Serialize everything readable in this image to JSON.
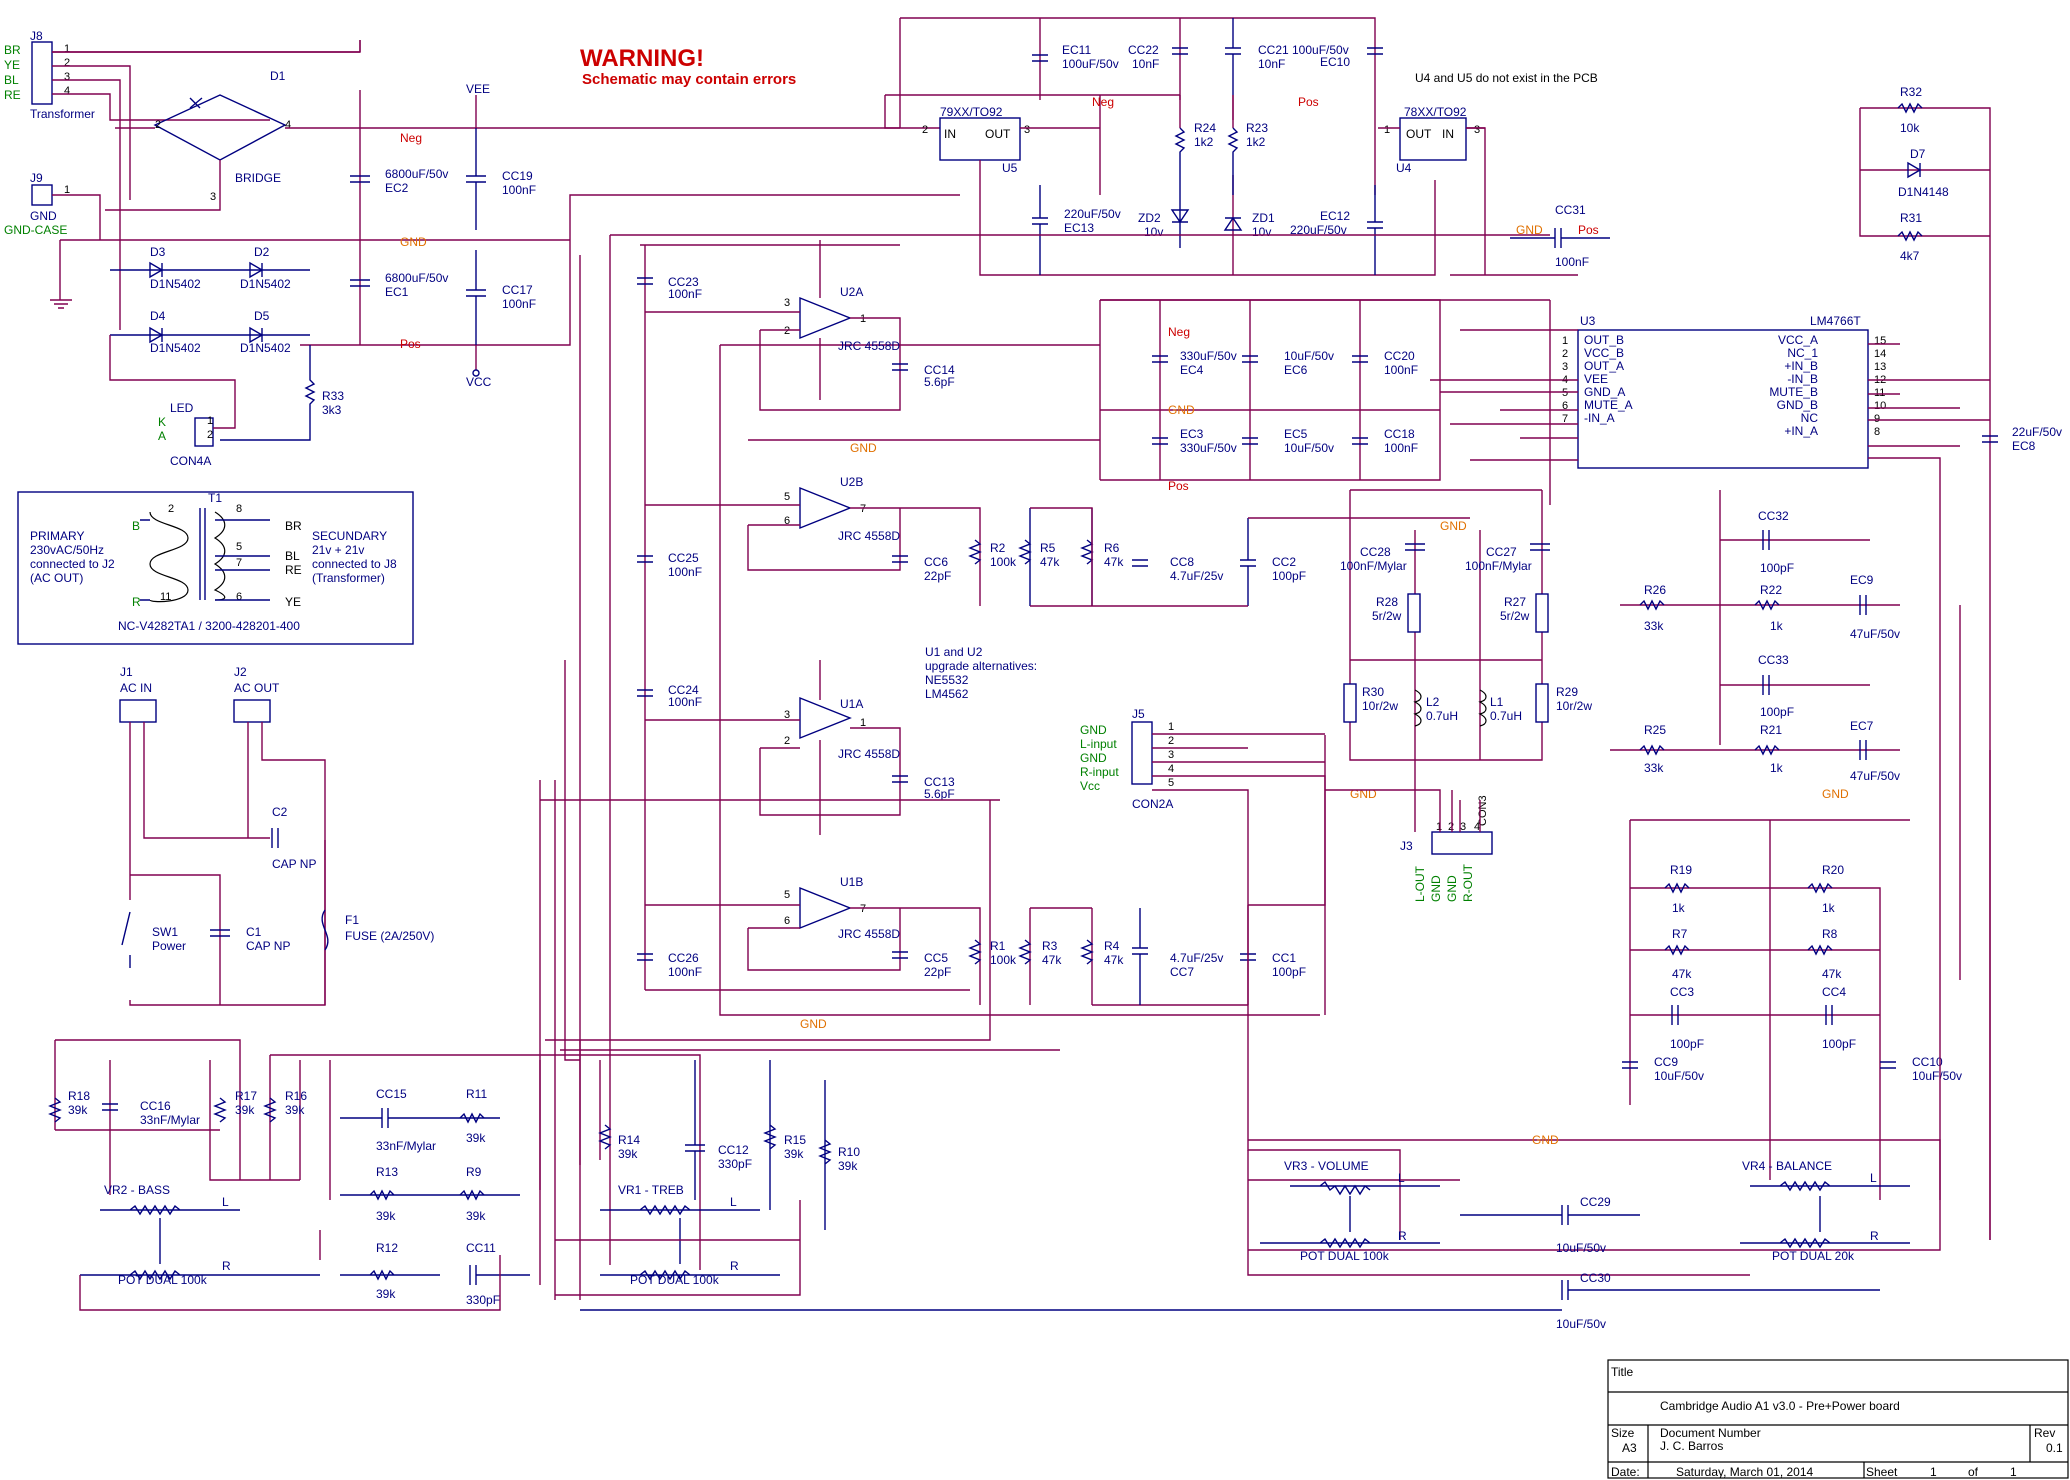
{
  "warning": {
    "title": "WARNING!",
    "subtitle": "Schematic may contain errors"
  },
  "note_pcb": "U4 and U5 do not exist in the PCB",
  "note_upgrade": [
    "U1 and U2",
    "upgrade alternatives:",
    "NE5532",
    "LM4562"
  ],
  "title_block": {
    "title_label": "Title",
    "title": "Cambridge Audio A1 v3.0 - Pre+Power board",
    "size_label": "Size",
    "size": "A3",
    "doc_label": "Document Number",
    "doc": "J. C. Barros",
    "rev_label": "Rev",
    "rev": "0.1",
    "date_label": "Date:",
    "date": "Saturday, March 01, 2014",
    "sheet_label": "Sheet",
    "sheet": "1",
    "of_label": "of",
    "of": "1"
  },
  "connectors": {
    "j8": {
      "ref": "J8",
      "name": "Transformer",
      "pins": [
        "1",
        "2",
        "3",
        "4"
      ],
      "wires": [
        "BR",
        "YE",
        "BL",
        "RE"
      ]
    },
    "j9": {
      "ref": "J9",
      "name": "GND",
      "pin": "1",
      "case": "GND-CASE"
    },
    "j1": {
      "ref": "J1",
      "name": "AC IN"
    },
    "j2": {
      "ref": "J2",
      "name": "AC OUT"
    },
    "j5": {
      "ref": "J5",
      "name": "CON2A",
      "signals": [
        "GND",
        "L-input",
        "GND",
        "R-input",
        "Vcc"
      ],
      "pins": [
        "1",
        "2",
        "3",
        "4",
        "5"
      ]
    },
    "j3": {
      "ref": "J3",
      "name": "CON3",
      "signals": [
        "L-OUT",
        "GND",
        "GND",
        "R-OUT"
      ]
    },
    "led": {
      "ref": "LED",
      "name": "CON4A",
      "k": "K",
      "a": "A"
    }
  },
  "transformer": {
    "ref": "T1",
    "primary": [
      "PRIMARY",
      "230vAC/50Hz",
      "connected to J2",
      "(AC OUT)"
    ],
    "secondary": [
      "SECUNDARY",
      "21v + 21v",
      "connected to J8",
      "(Transformer)"
    ],
    "pins": [
      "2",
      "8",
      "5",
      "7",
      "11",
      "6"
    ],
    "wires": [
      "B",
      "R",
      "BR",
      "BL",
      "RE",
      "YE"
    ],
    "part": "NC-V4282TA1 / 3200-428201-400"
  },
  "nets": {
    "neg": "Neg",
    "pos": "Pos",
    "gnd": "GND",
    "vee": "VEE",
    "vcc": "VCC"
  },
  "components": {
    "d1": {
      "ref": "D1",
      "value": "BRIDGE"
    },
    "d2": {
      "ref": "D2",
      "value": "D1N5402"
    },
    "d3": {
      "ref": "D3",
      "value": "D1N5402"
    },
    "d4": {
      "ref": "D4",
      "value": "D1N5402"
    },
    "d5": {
      "ref": "D5",
      "value": "D1N5402"
    },
    "d7": {
      "ref": "D7",
      "value": "D1N4148"
    },
    "ec1": {
      "ref": "EC1",
      "value": "6800uF/50v"
    },
    "ec2": {
      "ref": "EC2",
      "value": "6800uF/50v"
    },
    "cc17": {
      "ref": "CC17",
      "value": "100nF"
    },
    "cc19": {
      "ref": "CC19",
      "value": "100nF"
    },
    "r33": {
      "ref": "R33",
      "value": "3k3"
    },
    "ec11": {
      "ref": "EC11",
      "value": "100uF/50v"
    },
    "ec10": {
      "ref": "EC10",
      "value": "100uF/50v"
    },
    "cc22": {
      "ref": "CC22",
      "value": "10nF"
    },
    "cc21": {
      "ref": "CC21",
      "value": "10nF"
    },
    "u5": {
      "ref": "U5",
      "value": "79XX/TO92"
    },
    "u4": {
      "ref": "U4",
      "value": "78XX/TO92"
    },
    "r24": {
      "ref": "R24",
      "value": "1k2"
    },
    "r23": {
      "ref": "R23",
      "value": "1k2"
    },
    "zd2": {
      "ref": "ZD2",
      "value": "10v"
    },
    "zd1": {
      "ref": "ZD1",
      "value": "10v"
    },
    "ec13": {
      "ref": "EC13",
      "value": "220uF/50v"
    },
    "ec12": {
      "ref": "EC12",
      "value": "220uF/50v"
    },
    "cc31": {
      "ref": "CC31",
      "value": "100nF"
    },
    "r32": {
      "ref": "R32",
      "value": "10k"
    },
    "r31": {
      "ref": "R31",
      "value": "4k7"
    },
    "u3": {
      "ref": "U3",
      "value": "LM4766T"
    },
    "ec8": {
      "ref": "EC8",
      "value": "22uF/50v"
    },
    "ec4": {
      "ref": "EC4",
      "value": "330uF/50v"
    },
    "ec3": {
      "ref": "EC3",
      "value": "330uF/50v"
    },
    "ec6": {
      "ref": "EC6",
      "value": "10uF/50v"
    },
    "ec5": {
      "ref": "EC5",
      "value": "10uF/50v"
    },
    "cc20": {
      "ref": "CC20",
      "value": "100nF"
    },
    "cc18": {
      "ref": "CC18",
      "value": "100nF"
    },
    "cc23": {
      "ref": "CC23",
      "value": "100nF"
    },
    "cc25": {
      "ref": "CC25",
      "value": "100nF"
    },
    "cc24": {
      "ref": "CC24",
      "value": "100nF"
    },
    "cc26": {
      "ref": "CC26",
      "value": "100nF"
    },
    "u2a": {
      "ref": "U2A",
      "value": "JRC 4558D"
    },
    "u2b": {
      "ref": "U2B",
      "value": "JRC 4558D"
    },
    "u1a": {
      "ref": "U1A",
      "value": "JRC 4558D"
    },
    "u1b": {
      "ref": "U1B",
      "value": "JRC 4558D"
    },
    "cc14": {
      "ref": "CC14",
      "value": "5.6pF"
    },
    "cc13": {
      "ref": "CC13",
      "value": "5.6pF"
    },
    "cc6": {
      "ref": "CC6",
      "value": "22pF"
    },
    "cc5": {
      "ref": "CC5",
      "value": "22pF"
    },
    "r2": {
      "ref": "R2",
      "value": "100k"
    },
    "r1": {
      "ref": "R1",
      "value": "100k"
    },
    "r5": {
      "ref": "R5",
      "value": "47k"
    },
    "r3": {
      "ref": "R3",
      "value": "47k"
    },
    "r6": {
      "ref": "R6",
      "value": "47k"
    },
    "r4": {
      "ref": "R4",
      "value": "47k"
    },
    "cc8": {
      "ref": "CC8",
      "value": "4.7uF/25v"
    },
    "cc7": {
      "ref": "CC7",
      "value": "4.7uF/25v"
    },
    "cc2": {
      "ref": "CC2",
      "value": "100pF"
    },
    "cc1": {
      "ref": "CC1",
      "value": "100pF"
    },
    "cc28": {
      "ref": "CC28",
      "value": "100nF/Mylar"
    },
    "cc27": {
      "ref": "CC27",
      "value": "100nF/Mylar"
    },
    "r28": {
      "ref": "R28",
      "value": "5r/2w"
    },
    "r27": {
      "ref": "R27",
      "value": "5r/2w"
    },
    "r30": {
      "ref": "R30",
      "value": "10r/2w"
    },
    "r29": {
      "ref": "R29",
      "value": "10r/2w"
    },
    "l2": {
      "ref": "L2",
      "value": "0.7uH"
    },
    "l1": {
      "ref": "L1",
      "value": "0.7uH"
    },
    "cc32": {
      "ref": "CC32",
      "value": "100pF"
    },
    "cc33": {
      "ref": "CC33",
      "value": "100pF"
    },
    "r26": {
      "ref": "R26",
      "value": "33k"
    },
    "r25": {
      "ref": "R25",
      "value": "33k"
    },
    "r22": {
      "ref": "R22",
      "value": "1k"
    },
    "r21": {
      "ref": "R21",
      "value": "1k"
    },
    "ec9": {
      "ref": "EC9",
      "value": "47uF/50v"
    },
    "ec7": {
      "ref": "EC7",
      "value": "47uF/50v"
    },
    "r19": {
      "ref": "R19",
      "value": "1k"
    },
    "r20": {
      "ref": "R20",
      "value": "1k"
    },
    "r7": {
      "ref": "R7",
      "value": "47k"
    },
    "r8": {
      "ref": "R8",
      "value": "47k"
    },
    "cc3": {
      "ref": "CC3",
      "value": "100pF"
    },
    "cc4": {
      "ref": "CC4",
      "value": "100pF"
    },
    "cc9": {
      "ref": "CC9",
      "value": "10uF/50v"
    },
    "cc10": {
      "ref": "CC10",
      "value": "10uF/50v"
    },
    "c2": {
      "ref": "C2",
      "value": "CAP NP"
    },
    "c1": {
      "ref": "C1",
      "value": "CAP NP"
    },
    "sw1": {
      "ref": "SW1",
      "value": "Power"
    },
    "f1": {
      "ref": "F1",
      "value": "FUSE (2A/250V)"
    },
    "r18": {
      "ref": "R18",
      "value": "39k"
    },
    "cc16": {
      "ref": "CC16",
      "value": "33nF/Mylar"
    },
    "r17": {
      "ref": "R17",
      "value": "39k"
    },
    "r16": {
      "ref": "R16",
      "value": "39k"
    },
    "cc15": {
      "ref": "CC15",
      "value": "33nF/Mylar"
    },
    "r11": {
      "ref": "R11",
      "value": "39k"
    },
    "r13": {
      "ref": "R13",
      "value": "39k"
    },
    "r9": {
      "ref": "R9",
      "value": "39k"
    },
    "r12": {
      "ref": "R12",
      "value": "39k"
    },
    "cc11": {
      "ref": "CC11",
      "value": "330pF"
    },
    "r14": {
      "ref": "R14",
      "value": "39k"
    },
    "cc12": {
      "ref": "CC12",
      "value": "330pF"
    },
    "r15": {
      "ref": "R15",
      "value": "39k"
    },
    "r10": {
      "ref": "R10",
      "value": "39k"
    },
    "cc29": {
      "ref": "CC29",
      "value": "10uF/50v"
    },
    "cc30": {
      "ref": "CC30",
      "value": "10uF/50v"
    },
    "vr2": {
      "ref": "VR2 - BASS",
      "value": "POT DUAL 100k"
    },
    "vr1": {
      "ref": "VR1 - TREB",
      "value": "POT DUAL 100k"
    },
    "vr3": {
      "ref": "VR3 - VOLUME",
      "value": "POT DUAL 100k"
    },
    "vr4": {
      "ref": "VR4 - BALANCE",
      "value": "POT DUAL 20k"
    }
  },
  "u3_pins_left": [
    {
      "n": "1",
      "name": "OUT_B"
    },
    {
      "n": "2",
      "name": "VCC_B"
    },
    {
      "n": "3",
      "name": "OUT_A"
    },
    {
      "n": "4",
      "name": "VEE"
    },
    {
      "n": "5",
      "name": "GND_A"
    },
    {
      "n": "6",
      "name": "MUTE_A"
    },
    {
      "n": "7",
      "name": "-IN_A"
    }
  ],
  "u3_pins_right": [
    {
      "n": "15",
      "name": "VCC_A"
    },
    {
      "n": "14",
      "name": "NC_1"
    },
    {
      "n": "13",
      "name": "+IN_B"
    },
    {
      "n": "12",
      "name": "-IN_B"
    },
    {
      "n": "11",
      "name": "MUTE_B"
    },
    {
      "n": "10",
      "name": "GND_B"
    },
    {
      "n": "9",
      "name": "NC"
    },
    {
      "n": "8",
      "name": "+IN_A"
    }
  ]
}
